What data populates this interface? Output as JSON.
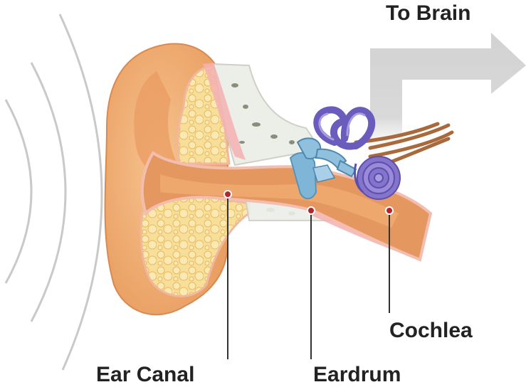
{
  "diagram": {
    "labels": {
      "to_brain": "To Brain",
      "cochlea": "Cochlea",
      "ear_canal": "Ear Canal",
      "eardrum": "Eardrum"
    },
    "colors": {
      "label_text": "#222222",
      "arrow": "#d6d6d6",
      "sound_waves": "#c8c8c8",
      "outer_ear": "#f2b27a",
      "ear_canal": "#e4975e",
      "fat_tissue": "#f7df9a",
      "bone": "#eceee8",
      "membrane_pink": "#f4b0b0",
      "ossicles_blue": "#7fb6d8",
      "cochlea_purple": "#7c6fc4",
      "nerve_brown": "#a86a3c",
      "leader_line": "#333333",
      "marker_dot": "#b5242c"
    }
  }
}
